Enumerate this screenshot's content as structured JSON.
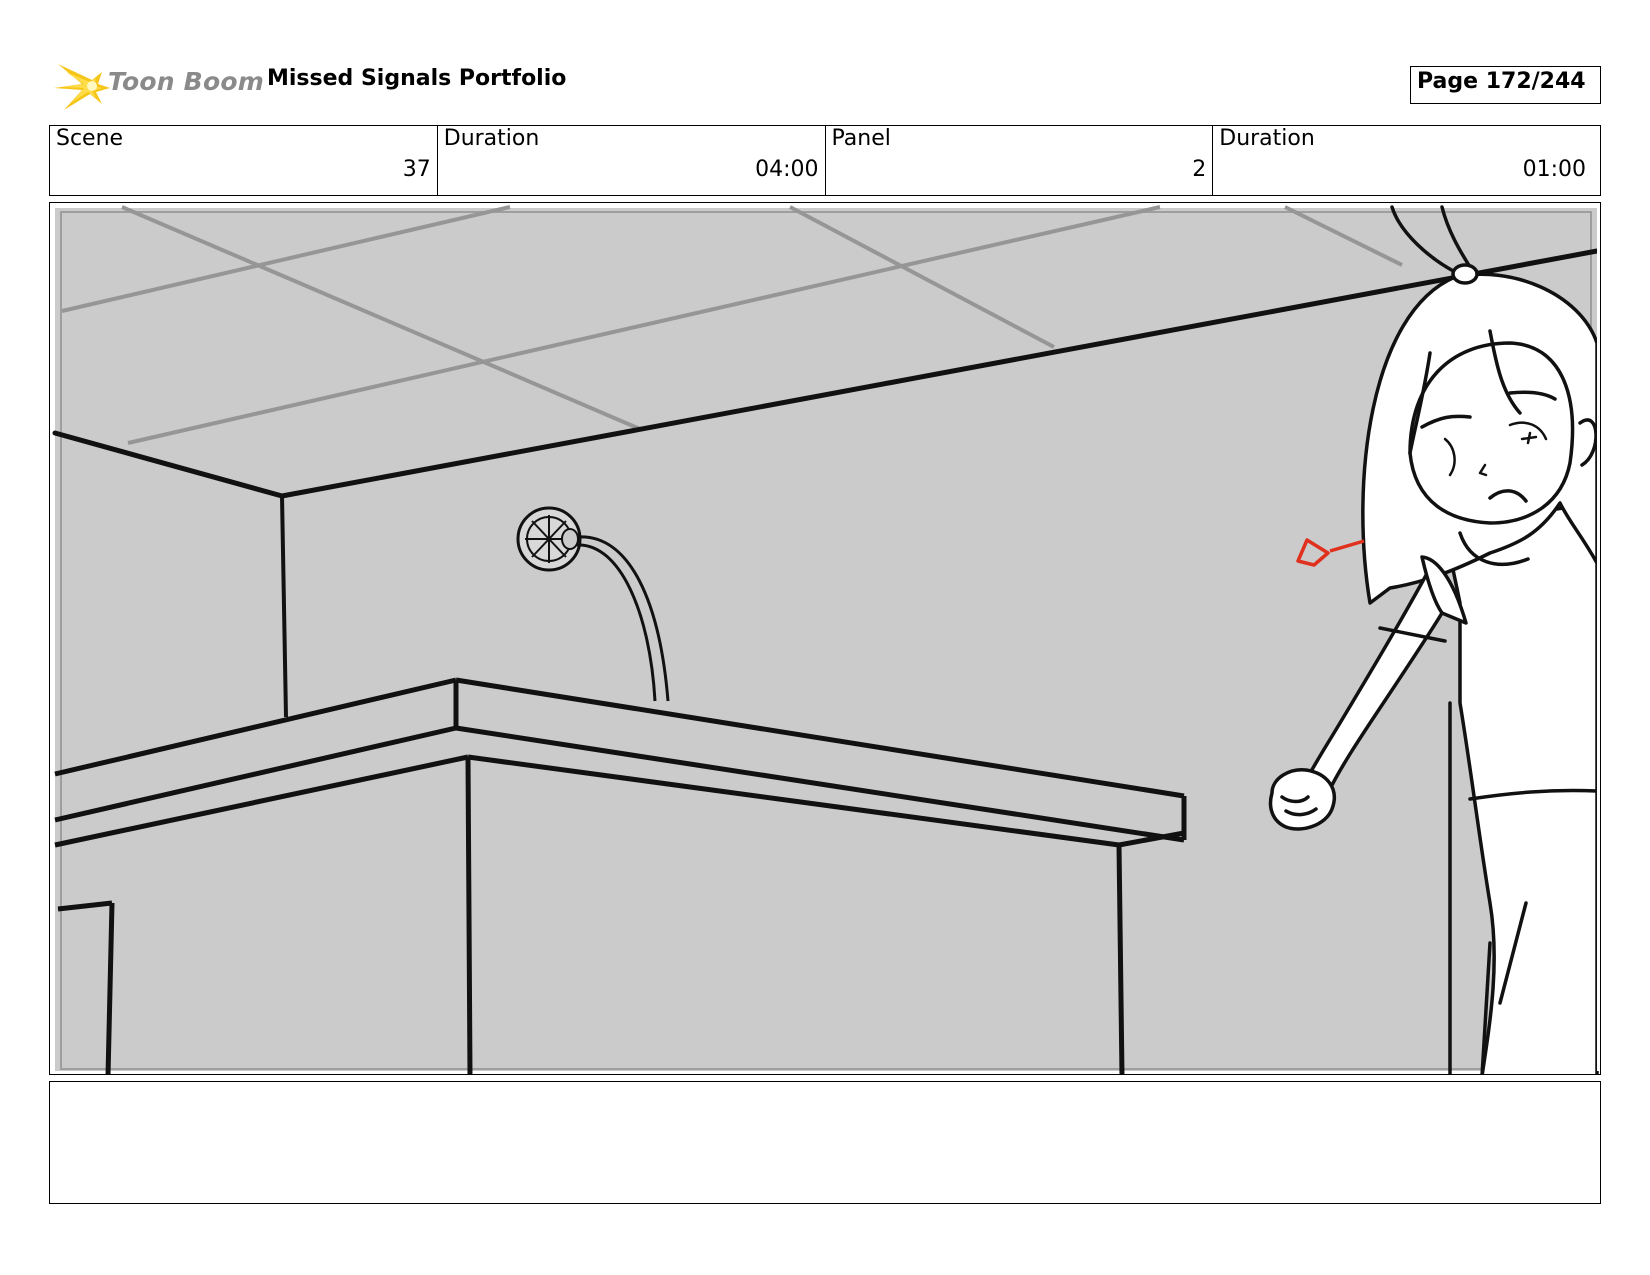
{
  "header": {
    "logo_text": "Toon Boom",
    "logo_icon": "toon-boom-burst-logo",
    "title": "Missed Signals Portfolio",
    "page_label": "Page 172/244"
  },
  "info": {
    "scene_label": "Scene",
    "scene_value": "37",
    "scene_duration_label": "Duration",
    "scene_duration_value": "04:00",
    "panel_label": "Panel",
    "panel_value": "2",
    "panel_duration_label": "Duration",
    "panel_duration_value": "01:00"
  },
  "colors": {
    "logo_yellow": "#f5c518",
    "logo_text": "#8a8a8a",
    "background_gray": "#cbcbcb",
    "ink": "#111111",
    "red_mark": "#e0301e"
  },
  "notes": {
    "text": ""
  }
}
